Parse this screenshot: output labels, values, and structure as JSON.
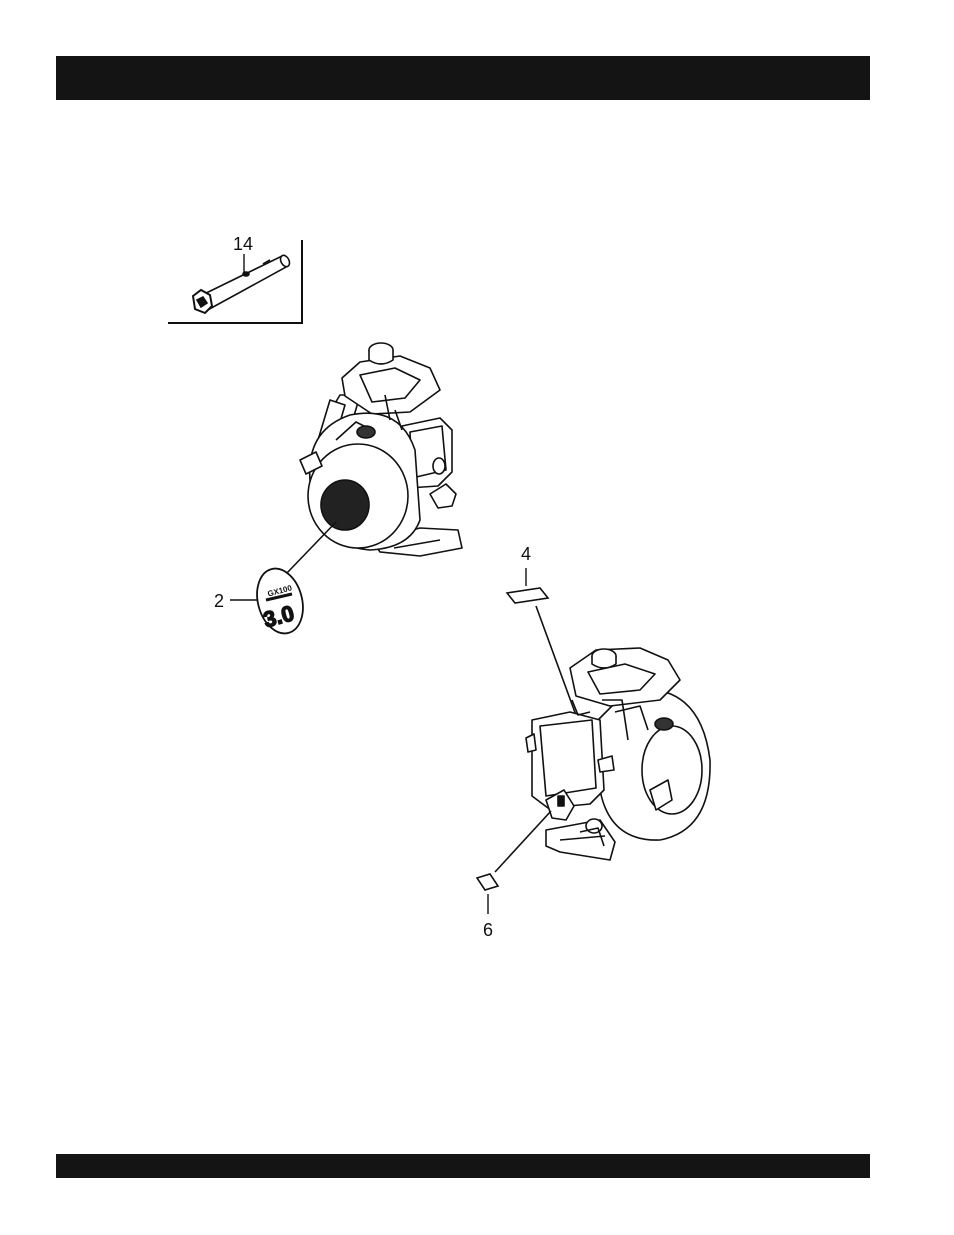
{
  "callouts": {
    "tool": "14",
    "recoil_decal": "2",
    "top_label": "4",
    "bottom_label": "6"
  },
  "decal": {
    "model": "GX100",
    "power": "3.0"
  },
  "colors": {
    "bar": "#141414",
    "ink": "#111111",
    "paper": "#ffffff"
  }
}
